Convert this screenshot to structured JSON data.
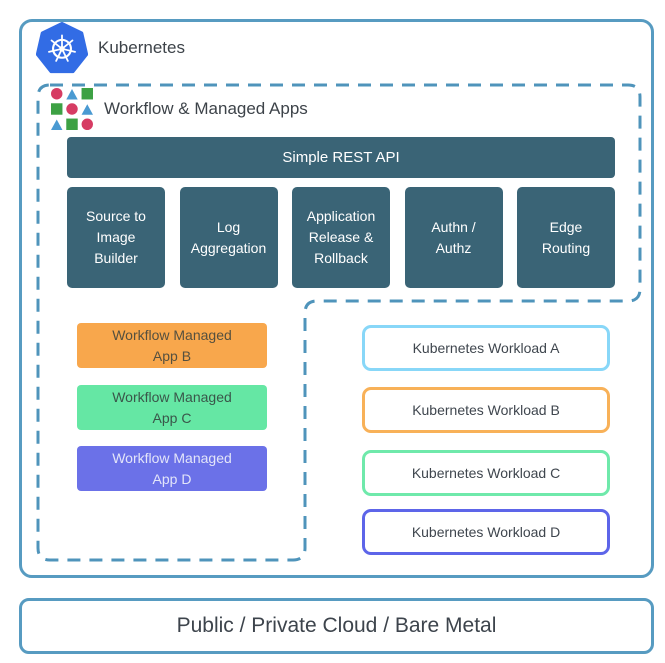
{
  "colors": {
    "container_border": "#579bc1",
    "dashed_border": "#4f94bb",
    "dark_teal": "#3a6476",
    "k8s_blue": "#326ce5",
    "icon_red": "#d63c63",
    "icon_green": "#3da144",
    "icon_blue": "#4a9ad2",
    "heading_text": "#3d4349"
  },
  "kubernetes": {
    "label": "Kubernetes"
  },
  "workflow_container": {
    "label": "Workflow & Managed Apps"
  },
  "rest_api": {
    "label": "Simple REST API"
  },
  "services": [
    "Source to Image Builder",
    "Log Aggregation",
    "Application Release & Rollback",
    "Authn / Authz",
    "Edge Routing"
  ],
  "managed_apps": [
    {
      "label": "Workflow Managed App B",
      "bg": "#f8a74c",
      "text": "#55503f"
    },
    {
      "label": "Workflow Managed App C",
      "bg": "#65e7a4",
      "text": "#3a564a"
    },
    {
      "label": "Workflow Managed App D",
      "bg": "#6b71e8",
      "text": "#e3e5f9"
    }
  ],
  "workloads": [
    {
      "label": "Kubernetes Workload A",
      "border": "#88d7f8"
    },
    {
      "label": "Kubernetes Workload B",
      "border": "#f8b158"
    },
    {
      "label": "Kubernetes Workload C",
      "border": "#6fe9ab"
    },
    {
      "label": "Kubernetes Workload D",
      "border": "#5d65e9"
    }
  ],
  "bottom": {
    "label": "Public / Private Cloud / Bare Metal"
  }
}
